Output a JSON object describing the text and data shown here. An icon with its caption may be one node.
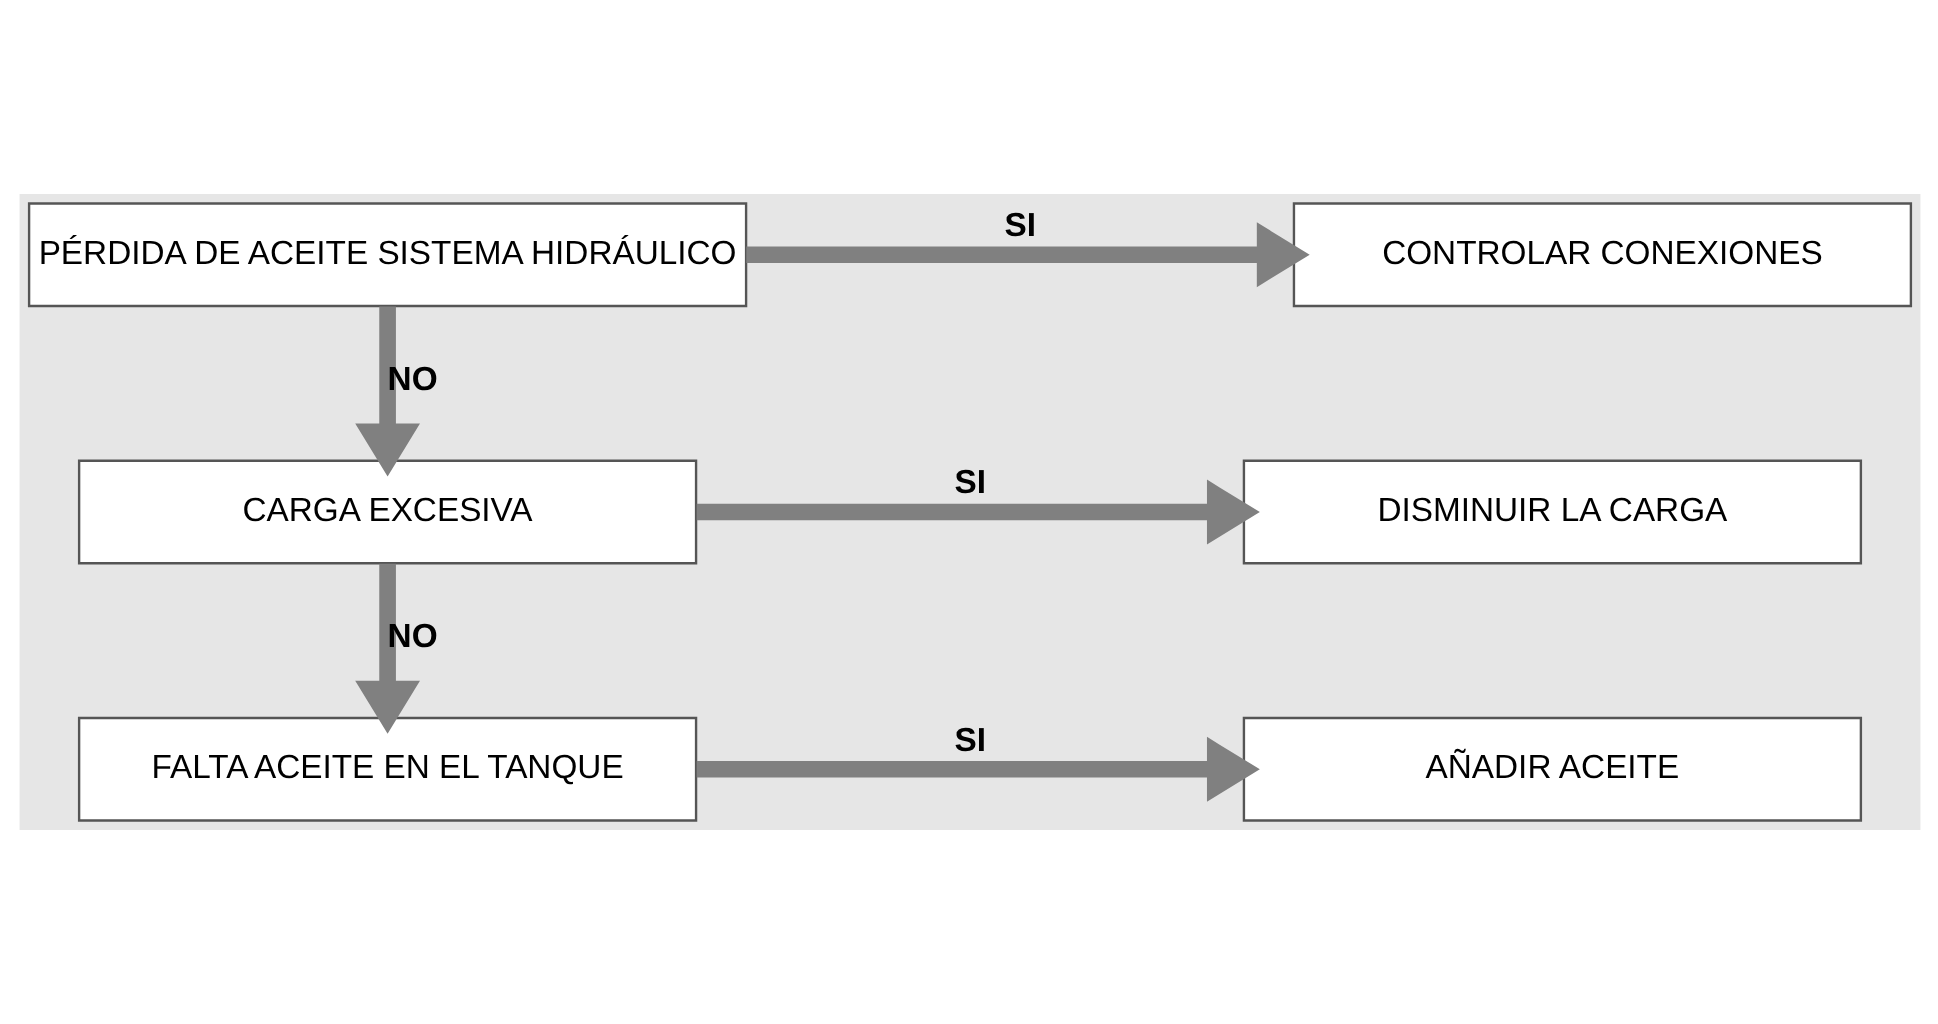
{
  "diagram": {
    "nodes": [
      {
        "text": [
          "PÉRDIDA DE ACEITE SISTEMA HIDRÁULICO"
        ]
      },
      {
        "text": [
          "CONTROLAR CONEXIONES"
        ]
      },
      {
        "text": [
          "CARGA EXCESIVA"
        ]
      },
      {
        "text": [
          "DISMINUIR LA CARGA"
        ]
      },
      {
        "text": [
          "FALTA ACEITE EN EL TANQUE"
        ]
      },
      {
        "text": [
          "AÑADIR ACEITE"
        ]
      }
    ],
    "edges": [
      {
        "from": 0,
        "to": 1,
        "arrow": "to",
        "label": "SI"
      },
      {
        "from": 0,
        "to": 2,
        "arrow": "to",
        "label": "NO"
      },
      {
        "from": 2,
        "to": 3,
        "arrow": "to",
        "label": "SI"
      },
      {
        "from": 2,
        "to": 4,
        "arrow": "to",
        "label": "NO"
      },
      {
        "from": 4,
        "to": 5,
        "arrow": "to",
        "label": "SI"
      }
    ]
  }
}
